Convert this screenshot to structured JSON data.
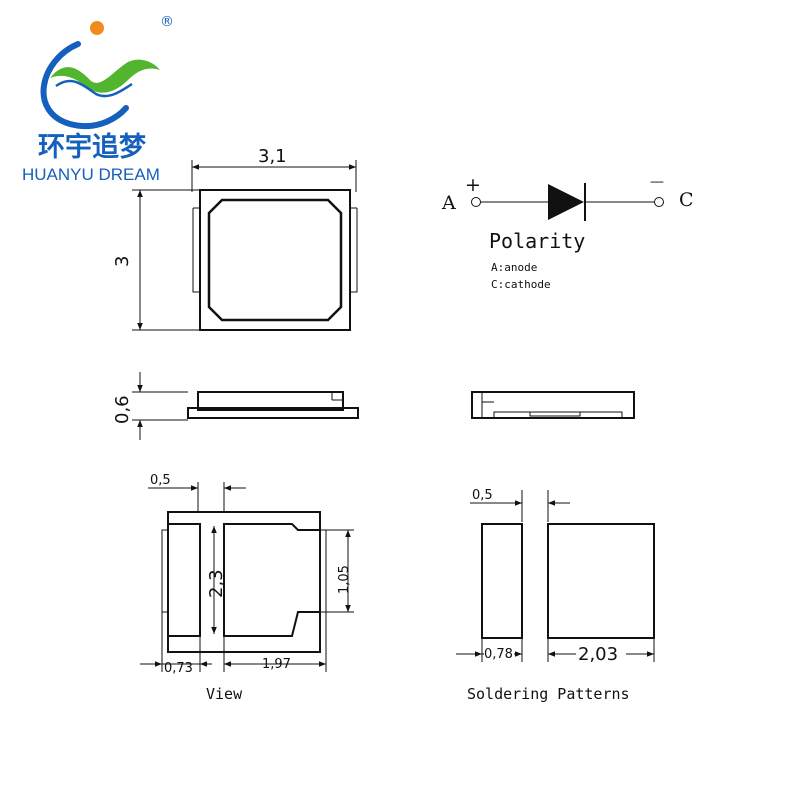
{
  "logo": {
    "text_cn": "环宇追梦",
    "text_en": "HUANYU DREAM",
    "registered_mark": "®",
    "colors": {
      "blue": "#1560bd",
      "green": "#52b52e",
      "orange": "#f08c1e"
    }
  },
  "top_view": {
    "width_label": "3,1",
    "height_label": "3"
  },
  "polarity": {
    "anode_letter": "A",
    "cathode_letter": "C",
    "plus_sign": "+",
    "minus_sign": "—",
    "title": "Polarity",
    "anode_desc": "A:anode",
    "cathode_desc": "C:cathode"
  },
  "side_view": {
    "thickness_label": "0,6"
  },
  "bottom_view": {
    "label_top": "0,5",
    "label_height": "2,3",
    "label_right": "1,05",
    "label_left_bottom": "0,73",
    "label_right_bottom": "1,97",
    "caption": "View"
  },
  "soldering": {
    "label_gap": "0,5",
    "label_left": "0,78",
    "label_right": "2,03",
    "caption": "Soldering Patterns"
  }
}
